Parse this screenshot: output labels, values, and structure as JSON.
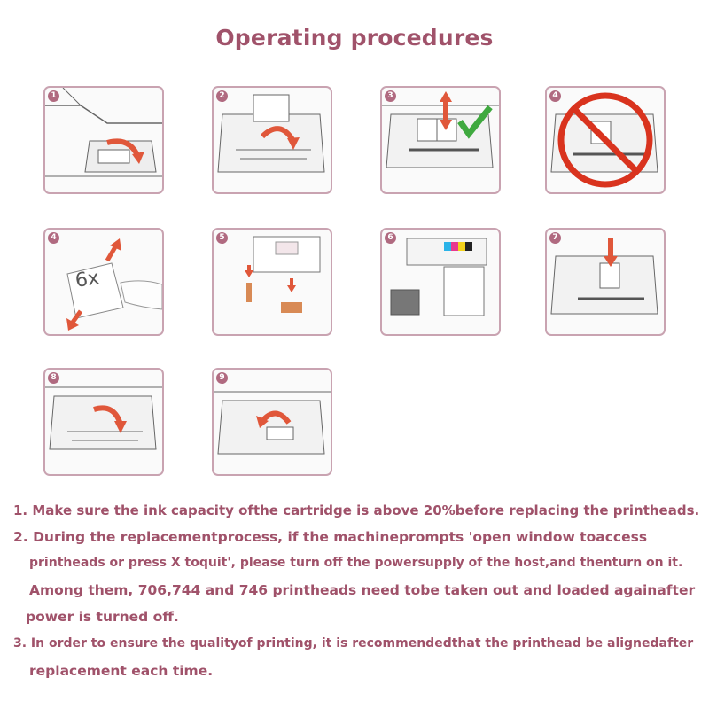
{
  "title": "Operating procedures",
  "steps": [
    {
      "num": "1"
    },
    {
      "num": "2"
    },
    {
      "num": "3"
    },
    {
      "num": "4"
    },
    {
      "num": "4"
    },
    {
      "num": "5"
    },
    {
      "num": "6"
    },
    {
      "num": "7"
    },
    {
      "num": "8"
    },
    {
      "num": "9"
    }
  ],
  "step4_label": "6x",
  "instructions": {
    "l1": "1. Make sure the ink capacity ofthe cartridge is above 20%before replacing the printheads.",
    "l2": "2. During the replacementprocess, if the machineprompts 'open window toaccess",
    "l3": "printheads or press X toquit', please turn off the powersupply of the host,and thenturn on it.",
    "l4": "Among them, 706,744 and 746 printheads need tobe taken out and loaded againafter",
    "l5": "power is turned off.",
    "l6": "3. In order to ensure the qualityof printing, it is recommendedthat the printhead be alignedafter",
    "l7": "replacement each time."
  },
  "colors": {
    "accent": "#a0526a",
    "border": "#c9a3b1",
    "arrow": "#e0573a",
    "check": "#3fa93f",
    "forbid": "#d9331e"
  }
}
